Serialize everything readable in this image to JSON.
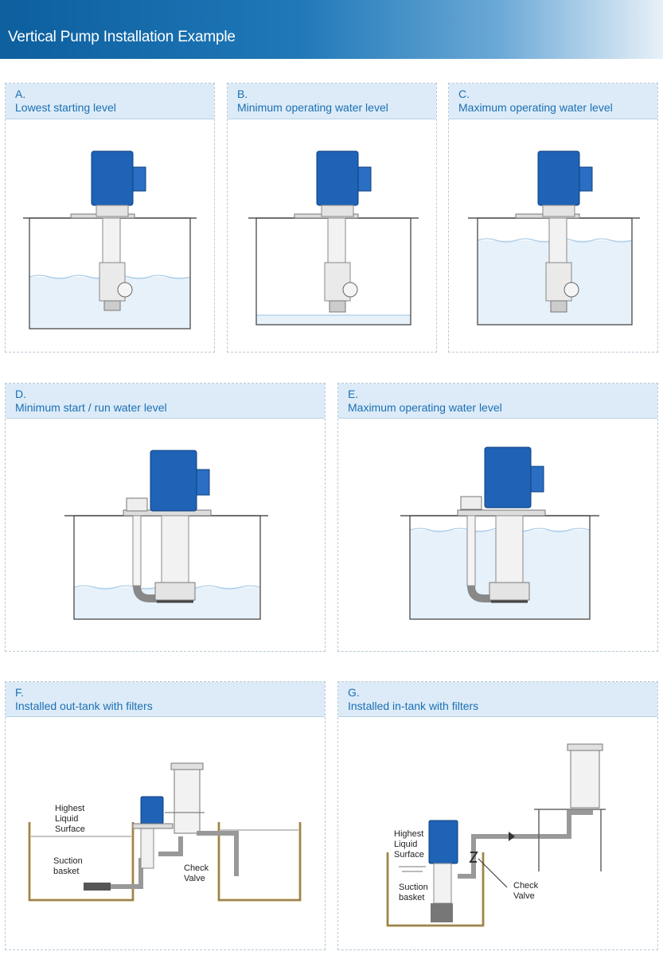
{
  "header": {
    "title": "Vertical Pump Installation Example"
  },
  "panels": {
    "a": {
      "letter": "A.",
      "label": "Lowest starting level"
    },
    "b": {
      "letter": "B.",
      "label": "Minimum operating water level"
    },
    "c": {
      "letter": "C.",
      "label": "Maximum operating water level"
    },
    "d": {
      "letter": "D.",
      "label": "Minimum start / run water level"
    },
    "e": {
      "letter": "E.",
      "label": "Maximum operating water level"
    },
    "f": {
      "letter": "F.",
      "label": "Installed out-tank with filters",
      "notes": {
        "highest1": "Highest",
        "highest2": "Liquid",
        "highest3": "Surface",
        "suction1": "Suction",
        "suction2": "basket",
        "check1": "Check",
        "check2": "Valve"
      }
    },
    "g": {
      "letter": "G.",
      "label": "Installed in-tank with filters",
      "notes": {
        "highest1": "Highest",
        "highest2": "Liquid",
        "highest3": "Surface",
        "suction1": "Suction",
        "suction2": "basket",
        "check1": "Check",
        "check2": "Valve"
      }
    }
  },
  "colors": {
    "motor": "#1f63b7",
    "water": "#dcebf7",
    "tank": "#555555",
    "header_bg": "#dcebf7",
    "label": "#1c6fb4"
  }
}
